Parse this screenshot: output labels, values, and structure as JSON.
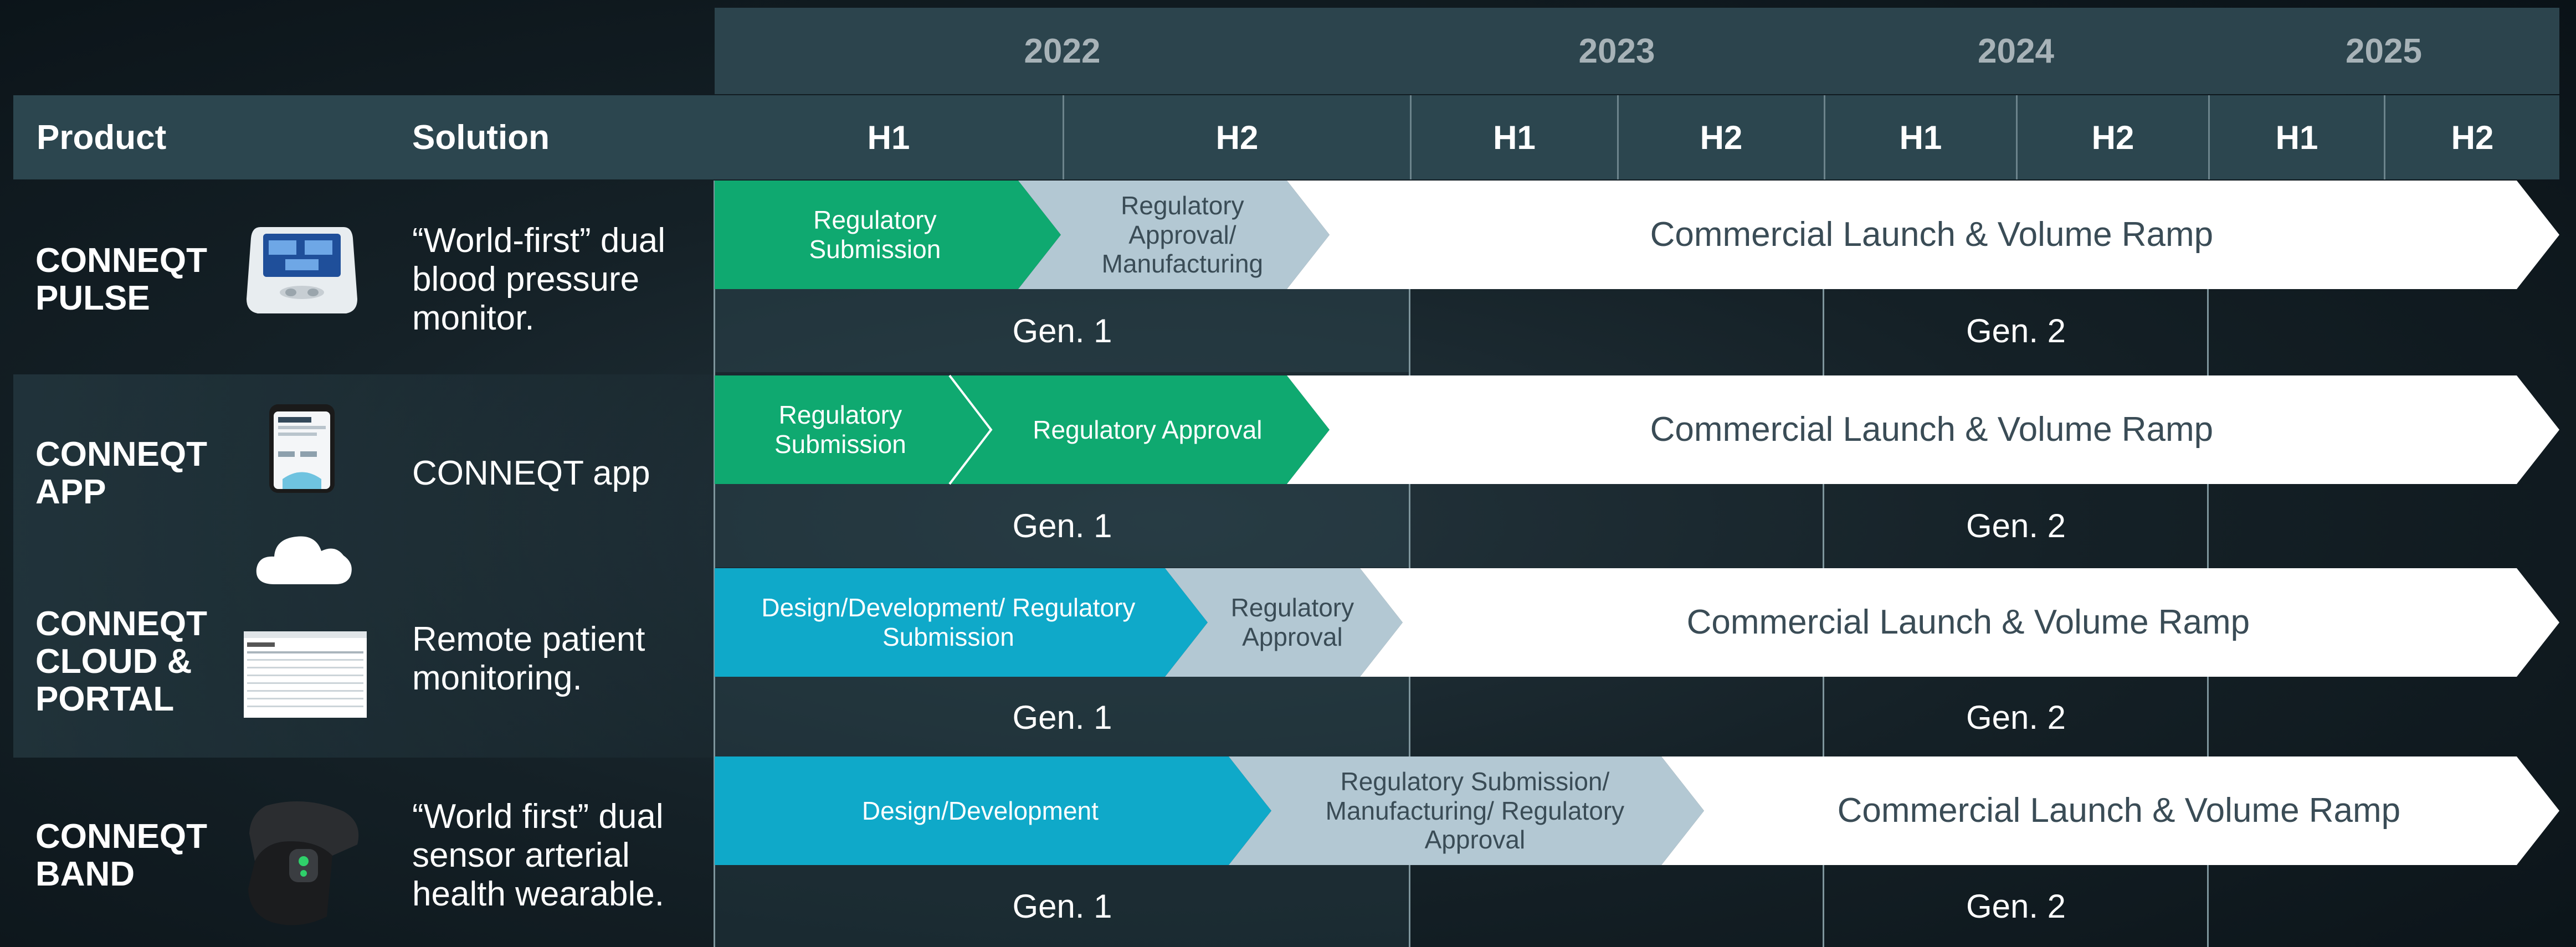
{
  "header": {
    "years": [
      "2022",
      "2023",
      "2024",
      "2025"
    ],
    "product_label": "Product",
    "solution_label": "Solution",
    "halves": [
      "H1",
      "H2",
      "H1",
      "H2",
      "H1",
      "H2",
      "H1",
      "H2"
    ]
  },
  "rows": [
    {
      "product": "CONNEQT PULSE",
      "solution": "“World-first” dual blood pressure monitor.",
      "phases": [
        {
          "label": "Regulatory Submission",
          "color": "#0fa970"
        },
        {
          "label": "Regulatory Approval/ Manufacturing",
          "color": "#b3c8d3"
        },
        {
          "label": "Commercial Launch & Volume Ramp",
          "color": "#ffffff"
        }
      ],
      "gen1": "Gen. 1",
      "gen2": "Gen. 2"
    },
    {
      "product": "CONNEQT APP",
      "solution": "CONNEQT app",
      "phases": [
        {
          "label": "Regulatory Submission",
          "color": "#0fa970"
        },
        {
          "label": "Regulatory Approval",
          "color": "#0fa970"
        },
        {
          "label": "Commercial Launch & Volume Ramp",
          "color": "#ffffff"
        }
      ],
      "gen1": "Gen. 1",
      "gen2": "Gen. 2"
    },
    {
      "product": "CONNEQT CLOUD & PORTAL",
      "solution": "Remote patient monitoring.",
      "phases": [
        {
          "label": "Design/Development/ Regulatory Submission",
          "color": "#0fa9c9"
        },
        {
          "label": "Regulatory Approval",
          "color": "#b3c8d3"
        },
        {
          "label": "Commercial Launch & Volume Ramp",
          "color": "#ffffff"
        }
      ],
      "gen1": "Gen. 1",
      "gen2": "Gen. 2"
    },
    {
      "product": "CONNEQT BAND",
      "solution": "“World first” dual sensor arterial health wearable.",
      "phases": [
        {
          "label": "Design/Development",
          "color": "#0fa9c9"
        },
        {
          "label": "Regulatory Submission/ Manufacturing/ Regulatory Approval",
          "color": "#b3c8d3"
        },
        {
          "label": "Commercial Launch & Volume Ramp",
          "color": "#ffffff"
        }
      ],
      "gen1": "Gen. 1",
      "gen2": "Gen. 2"
    }
  ],
  "colors": {
    "green": "#0fa970",
    "cyan": "#0fa9c9",
    "grey": "#b3c8d3",
    "white": "#ffffff",
    "header_bar": "#2c464f",
    "year_text": "#a7b2b7",
    "launch_text": "#3a4c56"
  },
  "icons": {
    "pulse": "blood-pressure-monitor-icon",
    "app": "smartphone-app-icon",
    "cloud": "cloud-icon",
    "portal": "dashboard-portal-icon",
    "band": "wrist-band-icon"
  }
}
